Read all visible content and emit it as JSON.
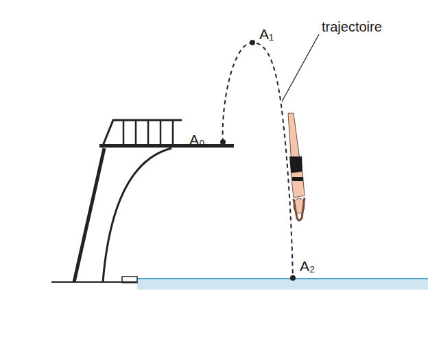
{
  "diagram": {
    "labels": [
      "A₀",
      "A₁",
      "trajectoire",
      "A₂"
    ]
  }
}
